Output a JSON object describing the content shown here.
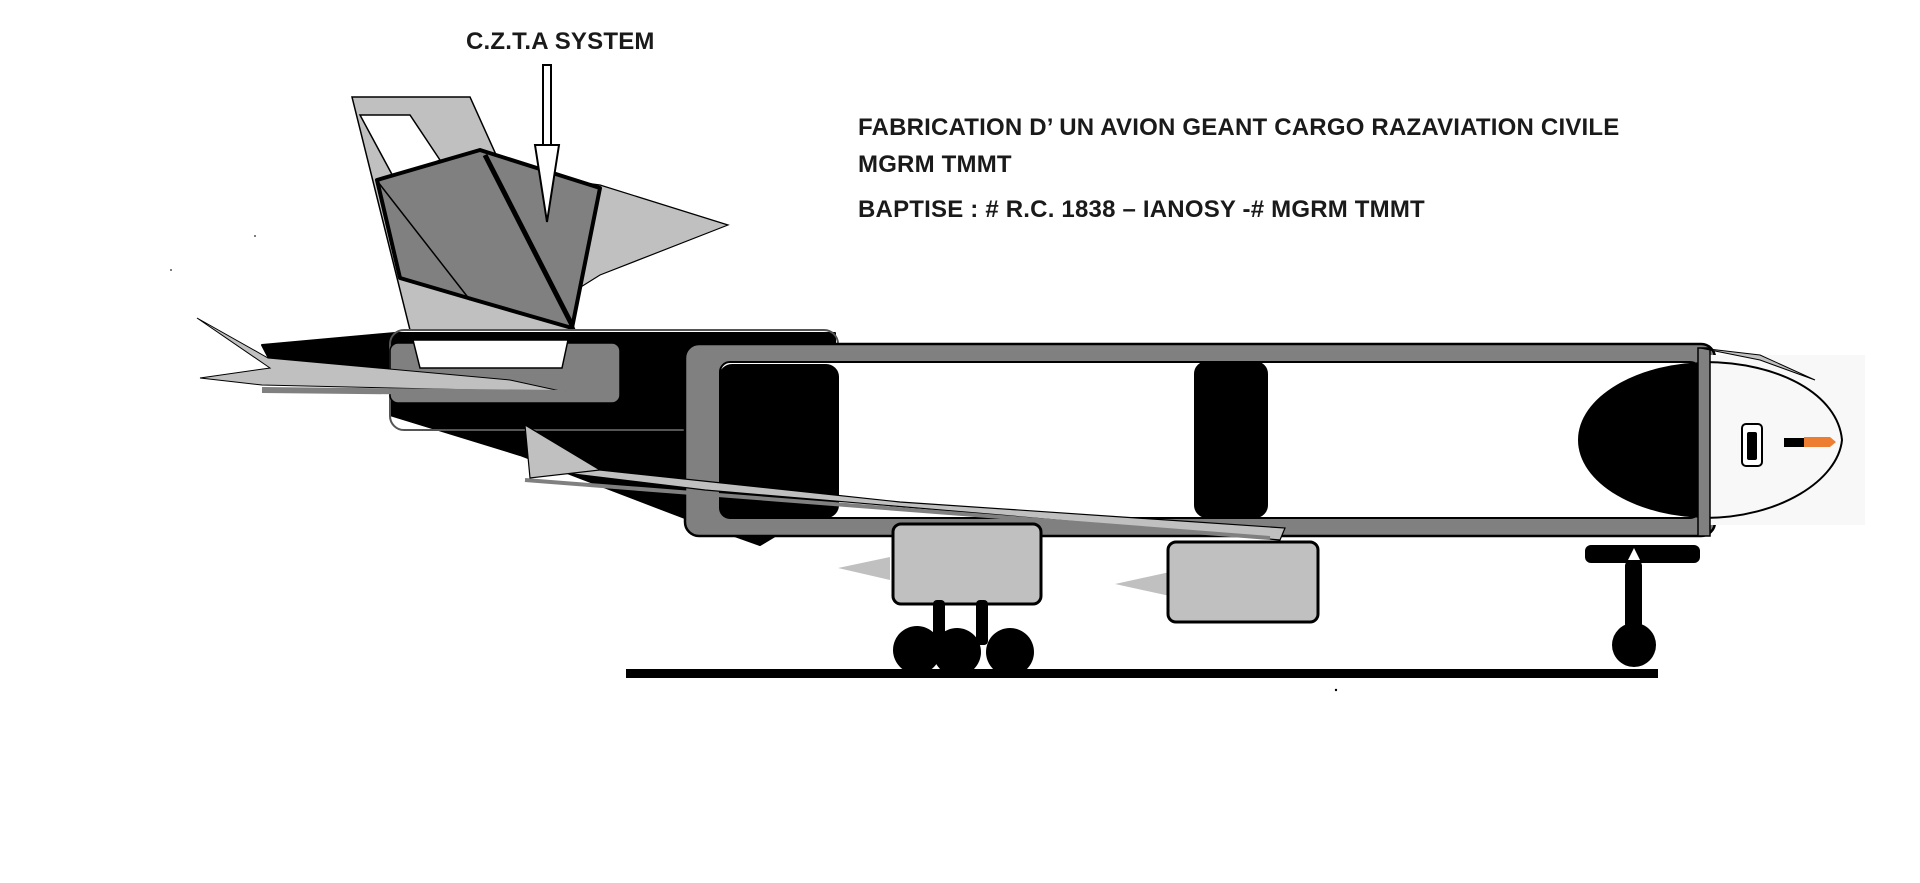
{
  "annotations": {
    "system_label": "C.Z.T.A SYSTEM"
  },
  "title": {
    "line1": "FABRICATION D’ UN AVION GEANT CARGO RAZAVIATION CIVILE",
    "line2": "MGRM TMMT",
    "line3": "BAPTISE :  # R.C. 1838 – IANOSY -# MGRM TMMT"
  },
  "colors": {
    "background": "#ffffff",
    "outline": "#000000",
    "dark_gray": "#808080",
    "light_gray": "#c0c0c0",
    "nose_light": "#f8f8f8",
    "probe_accent": "#ed7d31"
  }
}
